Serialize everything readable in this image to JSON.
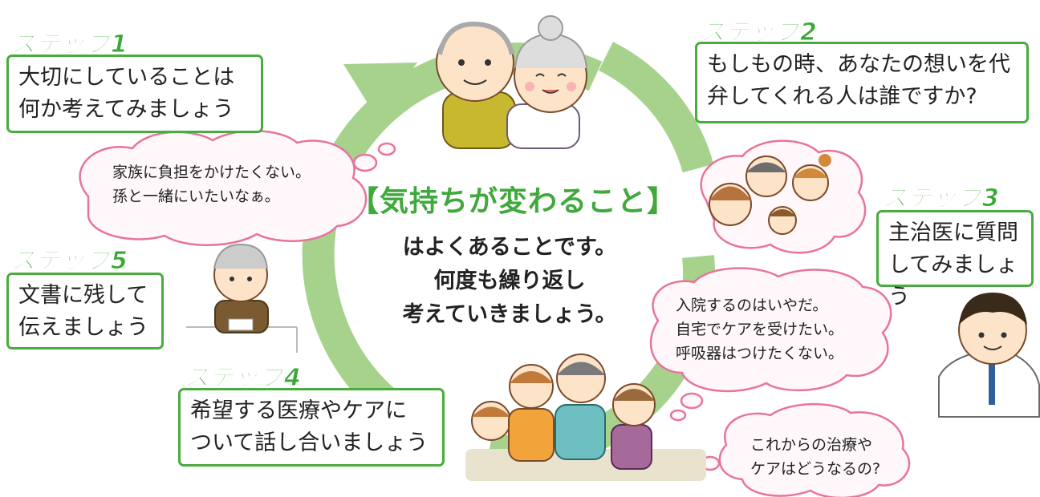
{
  "colors": {
    "accent_green": "#48ac3e",
    "arrow_green": "#a7d28c",
    "bubble_pink": "#e8749a",
    "bubble_fill": "#fff7fa"
  },
  "center": {
    "title": "【気持ちが変わること】",
    "body": "はよくあることです。\n何度も繰り返し\n考えていきましょう。"
  },
  "steps": [
    {
      "label": "ステップ1",
      "text": "大切にしていることは\n何か考えてみましょう"
    },
    {
      "label": "ステップ2",
      "text": "もしもの時、あなたの想いを代\n弁してくれる人は誰ですか?"
    },
    {
      "label": "ステップ3",
      "text": "主治医に質問\nしてみましょう"
    },
    {
      "label": "ステップ4",
      "text": "希望する医療やケアに\nついて話し合いましょう"
    },
    {
      "label": "ステップ5",
      "text": "文書に残して\n伝えましょう"
    }
  ],
  "bubbles": [
    {
      "text": "家族に負担をかけたくない。\n孫と一緒にいたいなぁ。"
    },
    {
      "text": "入院するのはいやだ。\n自宅でケアを受けたい。\n呼吸器はつけたくない。"
    },
    {
      "text": "これからの治療や\nケアはどうなるの?"
    }
  ],
  "icons": {
    "cycle_arrow": "circular-arrow-icon",
    "elderly_couple": "elderly-couple-icon",
    "family_faces": "family-faces-icon",
    "doctor": "doctor-icon",
    "family_group": "family-group-icon",
    "writing_man": "writing-man-icon"
  }
}
